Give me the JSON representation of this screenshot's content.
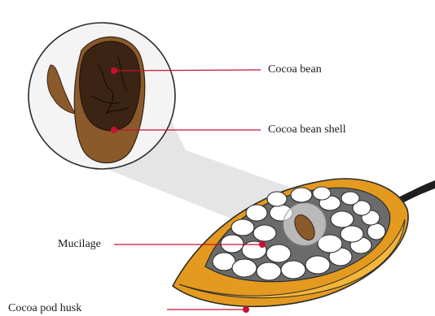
{
  "labels": {
    "cocoa_bean": "Cocoa bean",
    "cocoa_bean_shell": "Cocoa bean shell",
    "mucilage": "Mucilage",
    "cocoa_pod_husk": "Cocoa pod husk"
  },
  "colors": {
    "pointer": "#c8102e",
    "husk_outer": "#e39a1f",
    "husk_inner": "#f3b53a",
    "seed_fill": "#ffffff",
    "bean_dark": "#3b2414",
    "bean_shell": "#8a5a2b",
    "outline": "#2b2b2b",
    "zoom_cone": "#d9d9d9"
  }
}
